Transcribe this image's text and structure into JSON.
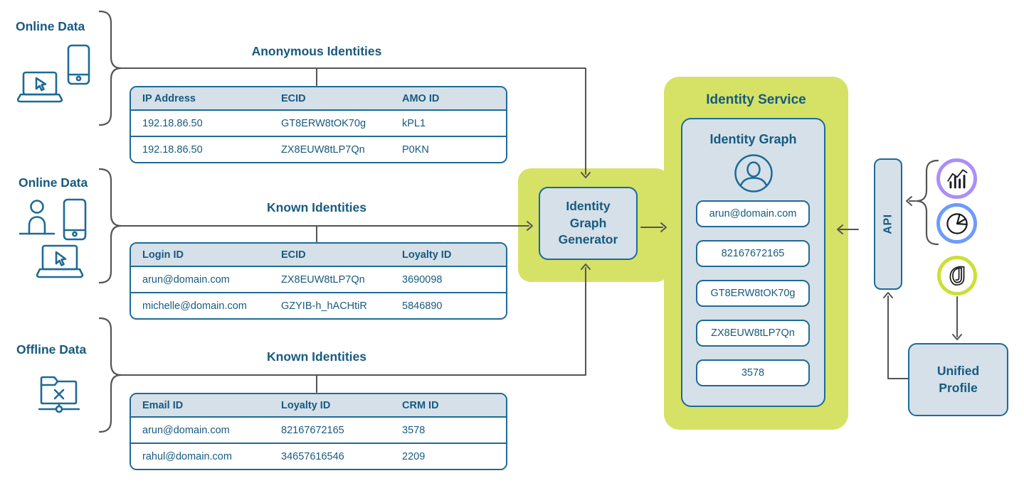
{
  "diagram": {
    "sources": {
      "anonymous": {
        "group_label": "Online Data",
        "title": "Anonymous Identities",
        "headers": [
          "IP Address",
          "ECID",
          "AMO ID"
        ],
        "rows": [
          [
            "192.18.86.50",
            "GT8ERW8tOK70g",
            "kPL1"
          ],
          [
            "192.18.86.50",
            "ZX8EUW8tLP7Qn",
            "P0KN"
          ]
        ]
      },
      "known_online": {
        "group_label": "Online Data",
        "title": "Known Identities",
        "headers": [
          "Login ID",
          "ECID",
          "Loyalty ID"
        ],
        "rows": [
          [
            "arun@domain.com",
            "ZX8EUW8tLP7Qn",
            "3690098"
          ],
          [
            "michelle@domain.com",
            "GZYIB-h_hACHtiR",
            "5846890"
          ]
        ]
      },
      "known_offline": {
        "group_label": "Offline Data",
        "title": "Known Identities",
        "headers": [
          "Email ID",
          "Loyalty ID",
          "CRM ID"
        ],
        "rows": [
          [
            "arun@domain.com",
            "82167672165",
            "3578"
          ],
          [
            "rahul@domain.com",
            "34657616546",
            "2209"
          ]
        ]
      }
    },
    "generator": {
      "label": "Identity Graph Generator"
    },
    "identity_service": {
      "title": "Identity Service",
      "graph": {
        "title": "Identity Graph",
        "identities": [
          "arun@domain.com",
          "82167672165",
          "GT8ERW8tOK70g",
          "ZX8EUW8tLP7Qn",
          "3578"
        ]
      }
    },
    "api": {
      "label": "API"
    },
    "unified_profile": {
      "label": "Unified Profile"
    },
    "icons": {
      "online_top": [
        "laptop-cursor-icon",
        "smartphone-icon"
      ],
      "online_mid": [
        "person-icon",
        "smartphone-icon",
        "laptop-cursor-icon"
      ],
      "offline": [
        "network-folder-icon"
      ],
      "graph": [
        "user-avatar-icon"
      ],
      "consumers": [
        "bar-chart-icon",
        "pie-chart-icon",
        "profile-swirl-icon"
      ]
    },
    "colors": {
      "accent_green": "#d5e266",
      "panel_blue": "#d5e0e9",
      "ink_blue": "#175a80",
      "border_blue": "#1e6a96",
      "line_gray": "#545456",
      "ring_purple": "#ab8ef8",
      "ring_blue": "#6d9bfb",
      "ring_green": "#cbdf37"
    }
  }
}
